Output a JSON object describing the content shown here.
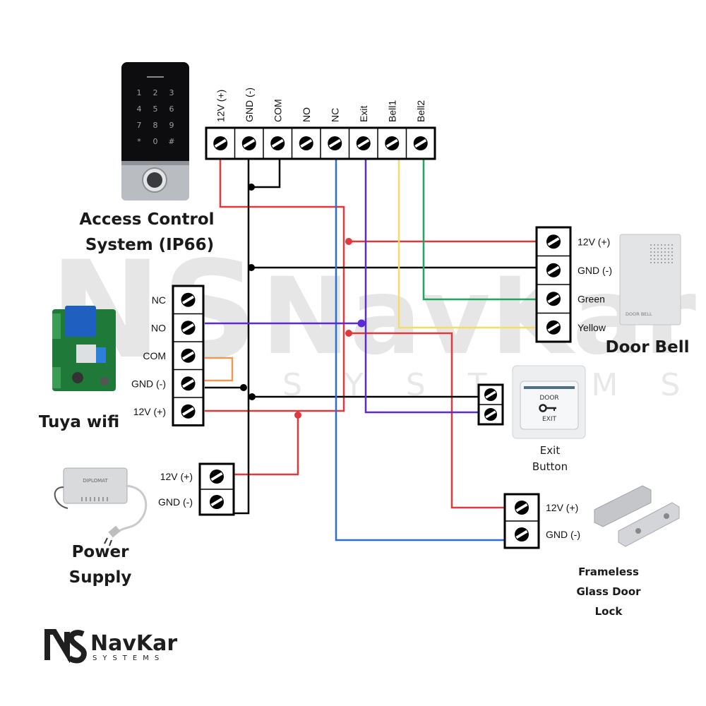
{
  "watermark": {
    "main": "NavKar",
    "sub": "SYSTEMS"
  },
  "colors": {
    "red": "#e0393b",
    "black": "#000000",
    "blue": "#2a6fd1",
    "purple": "#5b2bd6",
    "yellow": "#f5dc6a",
    "green": "#1fa560",
    "orange": "#ec9a52"
  },
  "devices": {
    "access_control": {
      "label_line1": "Access Control",
      "label_line2": "System (IP66)",
      "keypad": [
        "1",
        "2",
        "3",
        "4",
        "5",
        "6",
        "7",
        "8",
        "9",
        "*",
        "0",
        "#"
      ],
      "terminals": [
        "12V (+)",
        "GND (-)",
        "COM",
        "NO",
        "NC",
        "Exit",
        "Bell1",
        "Bell2"
      ]
    },
    "tuya": {
      "label": "Tuya wifi",
      "terminals": [
        "NC",
        "NO",
        "COM",
        "GND (-)",
        "12V (+)"
      ]
    },
    "power_supply": {
      "label_line1": "Power",
      "label_line2": "Supply",
      "brand": "DIPLOMAT",
      "terminals": [
        "12V (+)",
        "GND (-)"
      ]
    },
    "door_bell": {
      "label": "Door Bell",
      "device_text": "DOOR BELL",
      "terminals": [
        "12V (+)",
        "GND (-)",
        "Green",
        "Yellow"
      ]
    },
    "exit_button": {
      "label_line1": "Exit",
      "label_line2": "Button",
      "device_top": "DOOR",
      "device_bottom": "EXIT"
    },
    "door_lock": {
      "label_line1": "Frameless",
      "label_line2": "Glass Door",
      "label_line3": "Lock",
      "terminals": [
        "12V (+)",
        "GND (-)"
      ]
    }
  },
  "logo": {
    "name": "NavKar",
    "sub": "SYSTEMS",
    "mark": "NS"
  }
}
